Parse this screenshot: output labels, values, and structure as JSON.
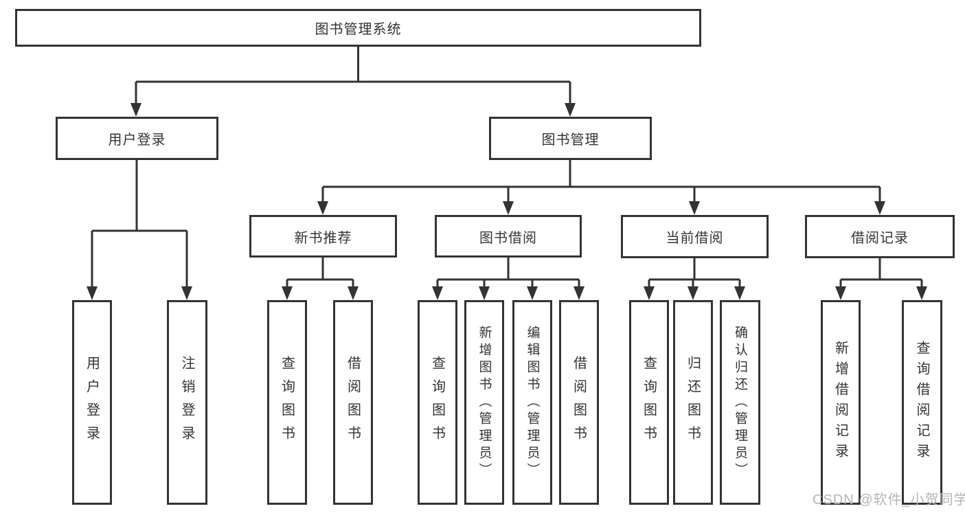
{
  "tree": {
    "label": "图书管理系统",
    "children": [
      {
        "label": "用户登录",
        "children": [
          {
            "label": "用户登录"
          },
          {
            "label": "注销登录"
          }
        ]
      },
      {
        "label": "图书管理",
        "children": [
          {
            "label": "新书推荐",
            "children": [
              {
                "label": "查询图书"
              },
              {
                "label": "借阅图书"
              }
            ]
          },
          {
            "label": "图书借阅",
            "children": [
              {
                "label": "查询图书"
              },
              {
                "label": "新增图书（管理员）"
              },
              {
                "label": "编辑图书（管理员）"
              },
              {
                "label": "借阅图书"
              }
            ]
          },
          {
            "label": "当前借阅",
            "children": [
              {
                "label": "查询图书"
              },
              {
                "label": "归还图书"
              },
              {
                "label": "确认归还（管理员）"
              }
            ]
          },
          {
            "label": "借阅记录",
            "children": [
              {
                "label": "新增借阅记录"
              },
              {
                "label": "查询借阅记录"
              }
            ]
          }
        ]
      }
    ]
  },
  "watermark": {
    "text": "CSDN @软件_小贺同学"
  },
  "colors": {
    "line": "#333333",
    "text": "#333333",
    "box_fill": "#ffffff",
    "watermark": "#b5b5b5",
    "background": "#ffffff"
  }
}
